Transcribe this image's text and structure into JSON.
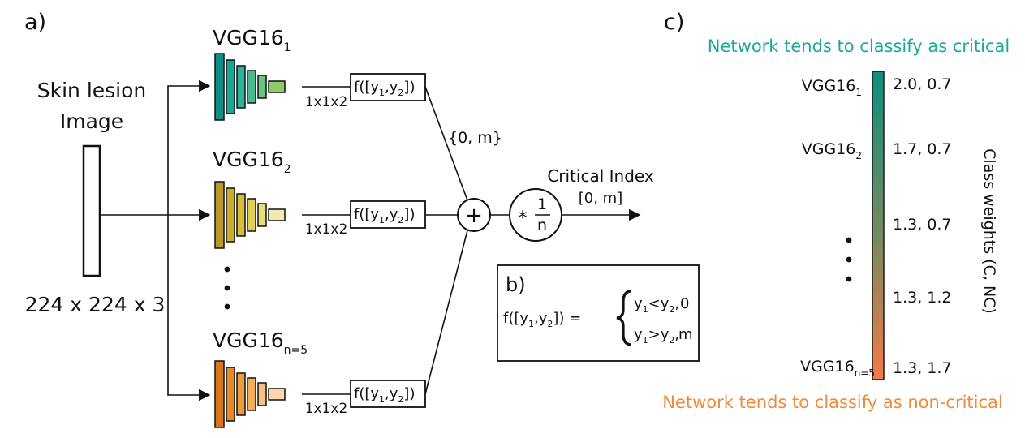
{
  "panel_a": {
    "label": "a)",
    "input": {
      "title_line1": "Skin lesion",
      "title_line2": "Image",
      "size": "224 x 224 x 3"
    },
    "networks": [
      {
        "name": "VGG16",
        "sub": "1",
        "output": "1x1x2",
        "func": "f([y",
        "func_sub1": "1",
        "func_mid": ",y",
        "func_sub2": "2",
        "func_end": "])"
      },
      {
        "name": "VGG16",
        "sub": "2",
        "output": "1x1x2",
        "func": "f([y",
        "func_sub1": "1",
        "func_mid": ",y",
        "func_sub2": "2",
        "func_end": "])"
      },
      {
        "name": "VGG16",
        "sub": "n=5",
        "output": "1x1x2",
        "func": "f([y",
        "func_sub1": "1",
        "func_mid": ",y",
        "func_sub2": "2",
        "func_end": "])"
      }
    ],
    "func_range": "{0, m}",
    "sum_symbol": "+",
    "scale": {
      "star": "*",
      "num": "1",
      "den": "n"
    },
    "output_title": "Critical Index",
    "output_range": "[0, m]"
  },
  "panel_b": {
    "label": "b)",
    "lhs_a": "f([y",
    "lhs_s1": "1",
    "lhs_b": ",y",
    "lhs_s2": "2",
    "lhs_c": "]) =",
    "case1": {
      "y": "y",
      "s1": "1",
      "op": "<y",
      "s2": "2",
      "tail": ",",
      "value": "0"
    },
    "case2": {
      "y": "y",
      "s1": "1",
      "op": ">y",
      "s2": "2",
      "tail": ",",
      "value": "m"
    }
  },
  "panel_c": {
    "label": "c)",
    "top_note": "Network tends to classify as critical",
    "bottom_note": "Network tends to classify as non-critical",
    "axis_label": "Class weights (C, NC)",
    "rows": [
      {
        "name": "VGG16",
        "sub": "1",
        "weights": "2.0, 0.7"
      },
      {
        "name": "VGG16",
        "sub": "2",
        "weights": "1.7, 0.7"
      },
      {
        "name": "",
        "sub": "",
        "weights": "1.3, 0.7"
      },
      {
        "name": "",
        "sub": "",
        "weights": "1.3, 1.2"
      },
      {
        "name": "VGG16",
        "sub": "n=5",
        "weights": "1.3, 1.7"
      }
    ]
  },
  "colors": {
    "critical": "#1aa99a",
    "non_critical": "#f08a3c",
    "net1": [
      "#0f8f88",
      "#1aa59a",
      "#2bb39c",
      "#44bb91",
      "#68c47f",
      "#8ccd63"
    ],
    "net2": [
      "#b89a2a",
      "#c8ad30",
      "#d5bf3c",
      "#e0cf52",
      "#e9dd78",
      "#f4e9b0"
    ],
    "net3": [
      "#d8761c",
      "#e38a2a",
      "#ec9c3c",
      "#f2ae58",
      "#f7c281",
      "#fad7aa"
    ]
  }
}
